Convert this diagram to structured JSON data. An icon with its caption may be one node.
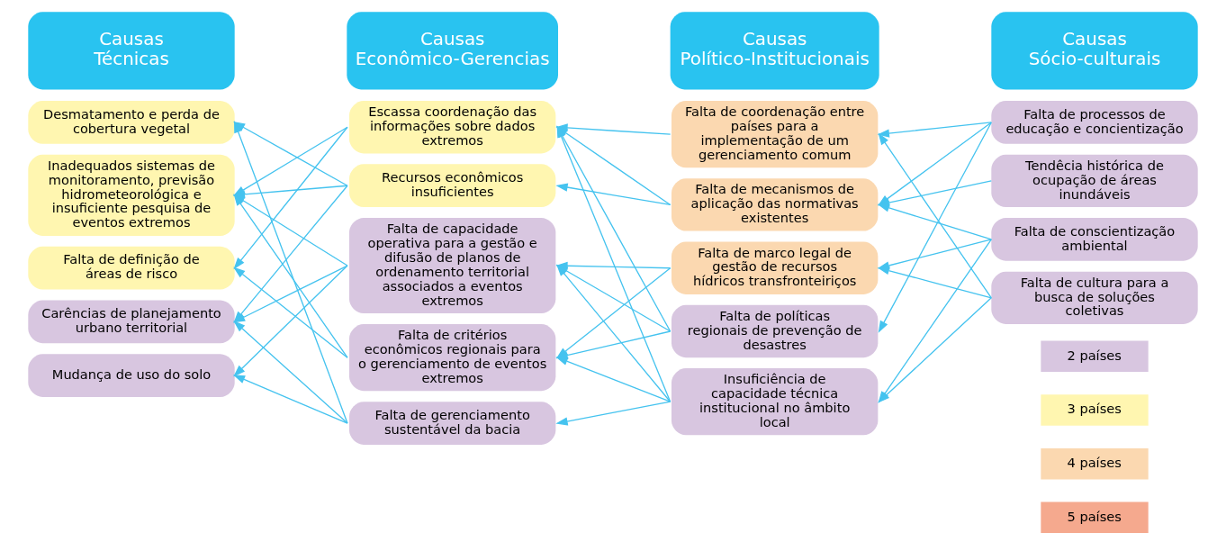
{
  "diagram": {
    "nodes": [
      {
        "text": [
          "Causas Técnicas"
        ]
      },
      {
        "text": [
          "Desmatamento e perda de cobertura vegetal"
        ]
      },
      {
        "text": [
          "Inadequados sistemas de monitoramento, previsão hidrometeorológica e insuficiente pesquisa de eventos extremos"
        ]
      },
      {
        "text": [
          "Falta de definição de áreas de risco"
        ]
      },
      {
        "text": [
          "Carências de planejamento urbano territorial"
        ]
      },
      {
        "text": [
          "Mudança de uso do solo"
        ]
      },
      {
        "text": [
          "Causas Econômico-Gerencias"
        ]
      },
      {
        "text": [
          "Escassa coordenação das informações sobre dados extremos"
        ]
      },
      {
        "text": [
          "Recursos econômicos insuficientes"
        ]
      },
      {
        "text": [
          "Falta de capacidade operativa para a gestão e difusão de planos de ordenamento territorial associados a eventos extremos"
        ]
      },
      {
        "text": [
          "Falta de critérios econômicos regionais para o gerenciamento de eventos extremos"
        ]
      },
      {
        "text": [
          "Falta de gerenciamento sustentável da bacia"
        ]
      },
      {
        "text": [
          "Causas Político-Institucionais"
        ]
      },
      {
        "text": [
          "Falta de coordenação entre países para a implementação de um gerenciamento comum"
        ]
      },
      {
        "text": [
          "Falta de mecanismos de aplicação das normativas existentes"
        ]
      },
      {
        "text": [
          "Falta de marco legal de gestão de recursos hídricos transfronteiriços"
        ]
      },
      {
        "text": [
          "Falta de políticas regionais de prevenção de desastres"
        ]
      },
      {
        "text": [
          "Insuficiência de capacidade técnica institucional no âmbito local"
        ]
      },
      {
        "text": [
          "Causas Sócio-culturais"
        ]
      },
      {
        "text": [
          "Falta de processos de educação e concientização"
        ]
      },
      {
        "text": [
          "Tendêcia histórica de ocupação de áreas inundáveis"
        ]
      },
      {
        "text": [
          "Falta de conscientização ambiental"
        ]
      },
      {
        "text": [
          "Falta de cultura para a busca de soluções coletivas"
        ]
      }
    ],
    "edges": [
      {
        "from": 7,
        "to": 2,
        "arrow": "to"
      },
      {
        "from": 7,
        "to": 3,
        "arrow": "to"
      },
      {
        "from": 8,
        "to": 1,
        "arrow": "to"
      },
      {
        "from": 8,
        "to": 2,
        "arrow": "to"
      },
      {
        "from": 8,
        "to": 4,
        "arrow": "to"
      },
      {
        "from": 9,
        "to": 2,
        "arrow": "to"
      },
      {
        "from": 9,
        "to": 4,
        "arrow": "to"
      },
      {
        "from": 9,
        "to": 5,
        "arrow": "to"
      },
      {
        "from": 10,
        "to": 2,
        "arrow": "to"
      },
      {
        "from": 10,
        "to": 3,
        "arrow": "to"
      },
      {
        "from": 11,
        "to": 1,
        "arrow": "to"
      },
      {
        "from": 11,
        "to": 4,
        "arrow": "to"
      },
      {
        "from": 11,
        "to": 5,
        "arrow": "to"
      },
      {
        "from": 13,
        "to": 7,
        "arrow": "to"
      },
      {
        "from": 14,
        "to": 7,
        "arrow": "to"
      },
      {
        "from": 14,
        "to": 8,
        "arrow": "to"
      },
      {
        "from": 15,
        "to": 9,
        "arrow": "to"
      },
      {
        "from": 15,
        "to": 10,
        "arrow": "to"
      },
      {
        "from": 16,
        "to": 7,
        "arrow": "to"
      },
      {
        "from": 16,
        "to": 9,
        "arrow": "to"
      },
      {
        "from": 16,
        "to": 10,
        "arrow": "to"
      },
      {
        "from": 17,
        "to": 7,
        "arrow": "to"
      },
      {
        "from": 17,
        "to": 9,
        "arrow": "to"
      },
      {
        "from": 17,
        "to": 10,
        "arrow": "to"
      },
      {
        "from": 17,
        "to": 11,
        "arrow": "to"
      },
      {
        "from": 19,
        "to": 13,
        "arrow": "to"
      },
      {
        "from": 19,
        "to": 14,
        "arrow": "to"
      },
      {
        "from": 19,
        "to": 16,
        "arrow": "to"
      },
      {
        "from": 20,
        "to": 14,
        "arrow": "to"
      },
      {
        "from": 21,
        "to": 14,
        "arrow": "to"
      },
      {
        "from": 21,
        "to": 15,
        "arrow": "to"
      },
      {
        "from": 21,
        "to": 17,
        "arrow": "to"
      },
      {
        "from": 22,
        "to": 13,
        "arrow": "to"
      },
      {
        "from": 22,
        "to": 15,
        "arrow": "to"
      },
      {
        "from": 22,
        "to": 17,
        "arrow": "to"
      }
    ],
    "legend": [
      {
        "text": "2 países",
        "color": "#d8c6e0"
      },
      {
        "text": "3 países",
        "color": "#fff6b0"
      },
      {
        "text": "4 países",
        "color": "#fbd8b0"
      },
      {
        "text": "5 países",
        "color": "#f5a98e"
      }
    ]
  }
}
